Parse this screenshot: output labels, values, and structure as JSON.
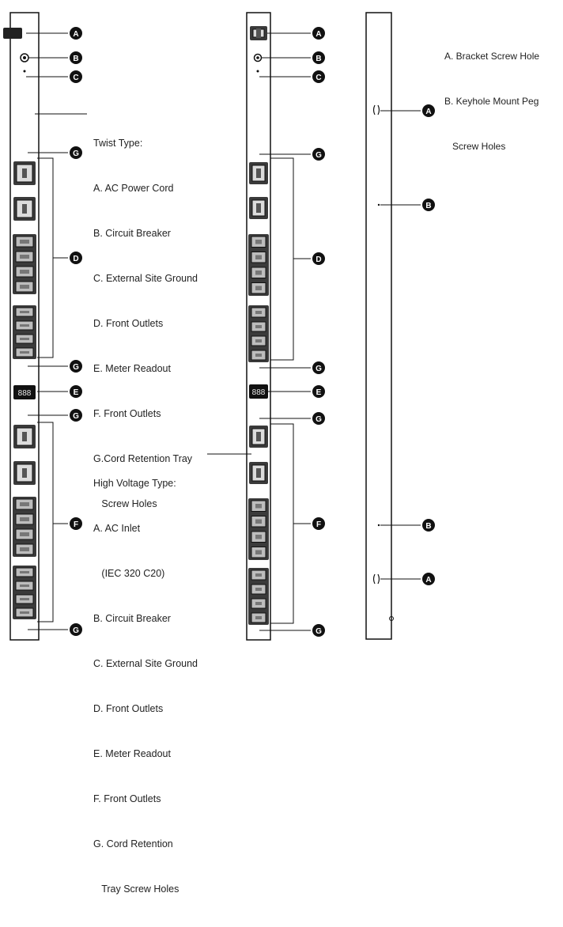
{
  "colors": {
    "ink": "#111111",
    "strip": "#ffffff",
    "outlet_fill": "#3a3a3a",
    "callout_fill": "#111111",
    "callout_text": "#ffffff"
  },
  "twist_legend": {
    "title": "Twist Type:",
    "items": [
      "A. AC Power Cord",
      "B. Circuit Breaker",
      "C. External Site Ground",
      "D. Front Outlets",
      "E. Meter Readout",
      "F. Front Outlets",
      "G.Cord Retention Tray",
      "   Screw Holes"
    ]
  },
  "hv_legend": {
    "title": "High Voltage Type:",
    "items": [
      "A. AC Inlet",
      "   (IEC 320 C20)",
      "B. Circuit Breaker",
      "C. External Site Ground",
      "D. Front Outlets",
      "E. Meter Readout",
      "F. Front Outlets",
      "G. Cord Retention",
      "   Tray Screw Holes"
    ]
  },
  "side_legend": {
    "items": [
      "A. Bracket Screw Hole",
      "B. Keyhole Mount Peg",
      "   Screw Holes"
    ]
  },
  "callouts": {
    "twist": [
      "A",
      "B",
      "C",
      "G",
      "D",
      "G",
      "E",
      "G",
      "F",
      "G"
    ],
    "hv": [
      "A",
      "B",
      "C",
      "G",
      "D",
      "G",
      "E",
      "G",
      "F",
      "G"
    ],
    "side": [
      "A",
      "B",
      "B",
      "A"
    ]
  },
  "meter_readout": "888"
}
